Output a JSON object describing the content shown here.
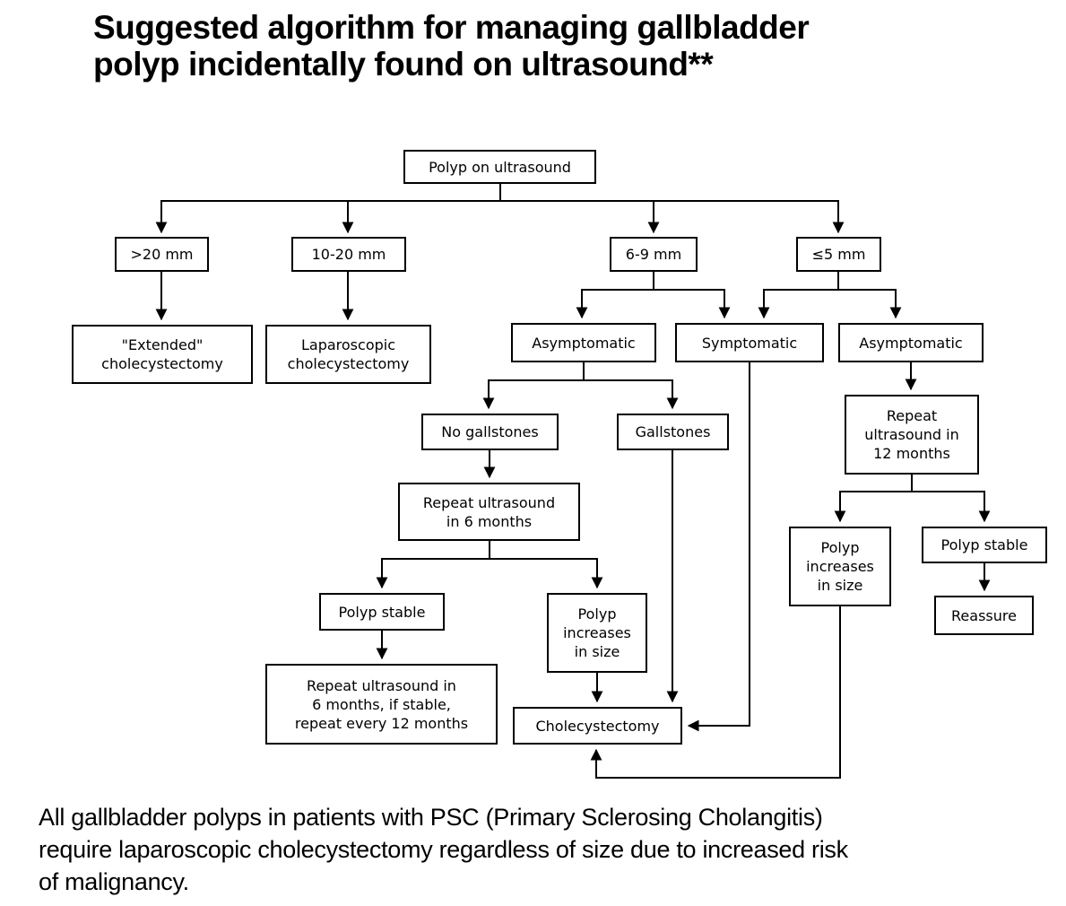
{
  "title": "Suggested algorithm for managing gallbladder\npolyp incidentally found on ultrasound**",
  "footnote": "All gallbladder polyps in patients with PSC (Primary Sclerosing Cholangitis)\nrequire laparoscopic cholecystectomy regardless of size due to increased risk\nof malignancy.",
  "colors": {
    "line": "#000000",
    "box_border": "#000000",
    "background": "#ffffff",
    "text": "#000000"
  },
  "nodes": {
    "polyp": "Polyp on ultrasound",
    "size_gt20": ">20 mm",
    "size_10_20": "10-20 mm",
    "size_6_9": "6-9 mm",
    "size_le5": "≤5 mm",
    "extended_cholecystectomy": "\"Extended\"\ncholecystectomy",
    "laparoscopic_cholecystectomy": "Laparoscopic\ncholecystectomy",
    "asymptomatic_6_9": "Asymptomatic",
    "symptomatic": "Symptomatic",
    "asymptomatic_le5": "Asymptomatic",
    "no_gallstones": "No gallstones",
    "gallstones": "Gallstones",
    "repeat_us_6mo": "Repeat ultrasound\nin 6 months",
    "repeat_us_12mo": "Repeat\nultrasound in\n12 months",
    "polyp_stable_6mo": "Polyp stable",
    "polyp_increases_6mo": "Polyp\nincreases\nin size",
    "polyp_increases_12mo": "Polyp\nincreases\nin size",
    "polyp_stable_12mo": "Polyp stable",
    "reassure": "Reassure",
    "repeat_us_6_12": "Repeat ultrasound in\n6 months, if stable,\nrepeat every 12 months",
    "cholecystectomy": "Cholecystectomy"
  },
  "edges": [
    [
      "polyp",
      "size_gt20"
    ],
    [
      "polyp",
      "size_10_20"
    ],
    [
      "polyp",
      "size_6_9"
    ],
    [
      "polyp",
      "size_le5"
    ],
    [
      "size_gt20",
      "extended_cholecystectomy"
    ],
    [
      "size_10_20",
      "laparoscopic_cholecystectomy"
    ],
    [
      "size_6_9",
      "asymptomatic_6_9"
    ],
    [
      "size_6_9",
      "symptomatic"
    ],
    [
      "size_le5",
      "symptomatic"
    ],
    [
      "size_le5",
      "asymptomatic_le5"
    ],
    [
      "asymptomatic_6_9",
      "no_gallstones"
    ],
    [
      "asymptomatic_6_9",
      "gallstones"
    ],
    [
      "no_gallstones",
      "repeat_us_6mo"
    ],
    [
      "repeat_us_6mo",
      "polyp_stable_6mo"
    ],
    [
      "repeat_us_6mo",
      "polyp_increases_6mo"
    ],
    [
      "polyp_stable_6mo",
      "repeat_us_6_12"
    ],
    [
      "polyp_increases_6mo",
      "cholecystectomy"
    ],
    [
      "gallstones",
      "cholecystectomy"
    ],
    [
      "symptomatic",
      "cholecystectomy"
    ],
    [
      "asymptomatic_le5",
      "repeat_us_12mo"
    ],
    [
      "repeat_us_12mo",
      "polyp_increases_12mo"
    ],
    [
      "repeat_us_12mo",
      "polyp_stable_12mo"
    ],
    [
      "polyp_stable_12mo",
      "reassure"
    ],
    [
      "polyp_increases_12mo",
      "cholecystectomy"
    ]
  ]
}
